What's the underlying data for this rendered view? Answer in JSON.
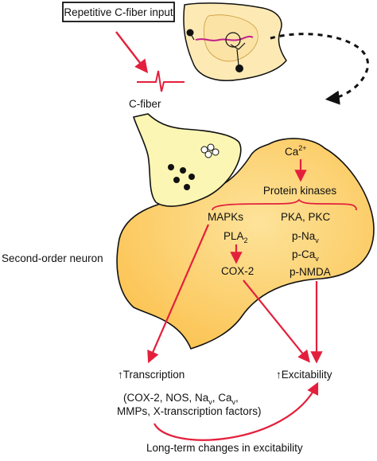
{
  "labels": {
    "input_box": "Repetitive C-fiber input",
    "c_fiber": "C-fiber",
    "second_order_neuron": "Second-order neuron",
    "calcium": "Ca",
    "calcium_sup": "2+",
    "protein_kinases": "Protein kinases",
    "mapks": "MAPKs",
    "pka_pkc": "PKA, PKC",
    "pla2": "PLA",
    "pla2_sub": "2",
    "p_na": "p-Na",
    "p_na_sub": "v",
    "p_ca": "p-Ca",
    "p_ca_sub": "v",
    "cox2": "COX-2",
    "p_nmda": "p-NMDA",
    "transcription_arrow": "↑",
    "transcription": "Transcription",
    "excitability_arrow": "↑",
    "excitability": "Excitability",
    "transcription_list_line1_a": "(COX-2, NOS, Na",
    "transcription_list_line1_sub1": "v",
    "transcription_list_line1_b": ", Ca",
    "transcription_list_line1_sub2": "v",
    "transcription_list_line1_c": ",",
    "transcription_list_line2": "MMPs, X-transcription factors)",
    "long_term": "Long-term changes in excitability"
  },
  "colors": {
    "neuron_fill": "#fbbf49",
    "neuron_highlight": "#fde39a",
    "terminal_fill": "#fbf6b3",
    "spinal_fill": "#fde9b4",
    "arrow_red": "#e3203c",
    "fiber_magenta": "#c21f8a",
    "outline": "#111111"
  },
  "icons": {
    "vesicles_docked": "white-circle-cluster",
    "vesicles_dense": "black-dot-cluster",
    "action_potential": "spike-waveform"
  }
}
